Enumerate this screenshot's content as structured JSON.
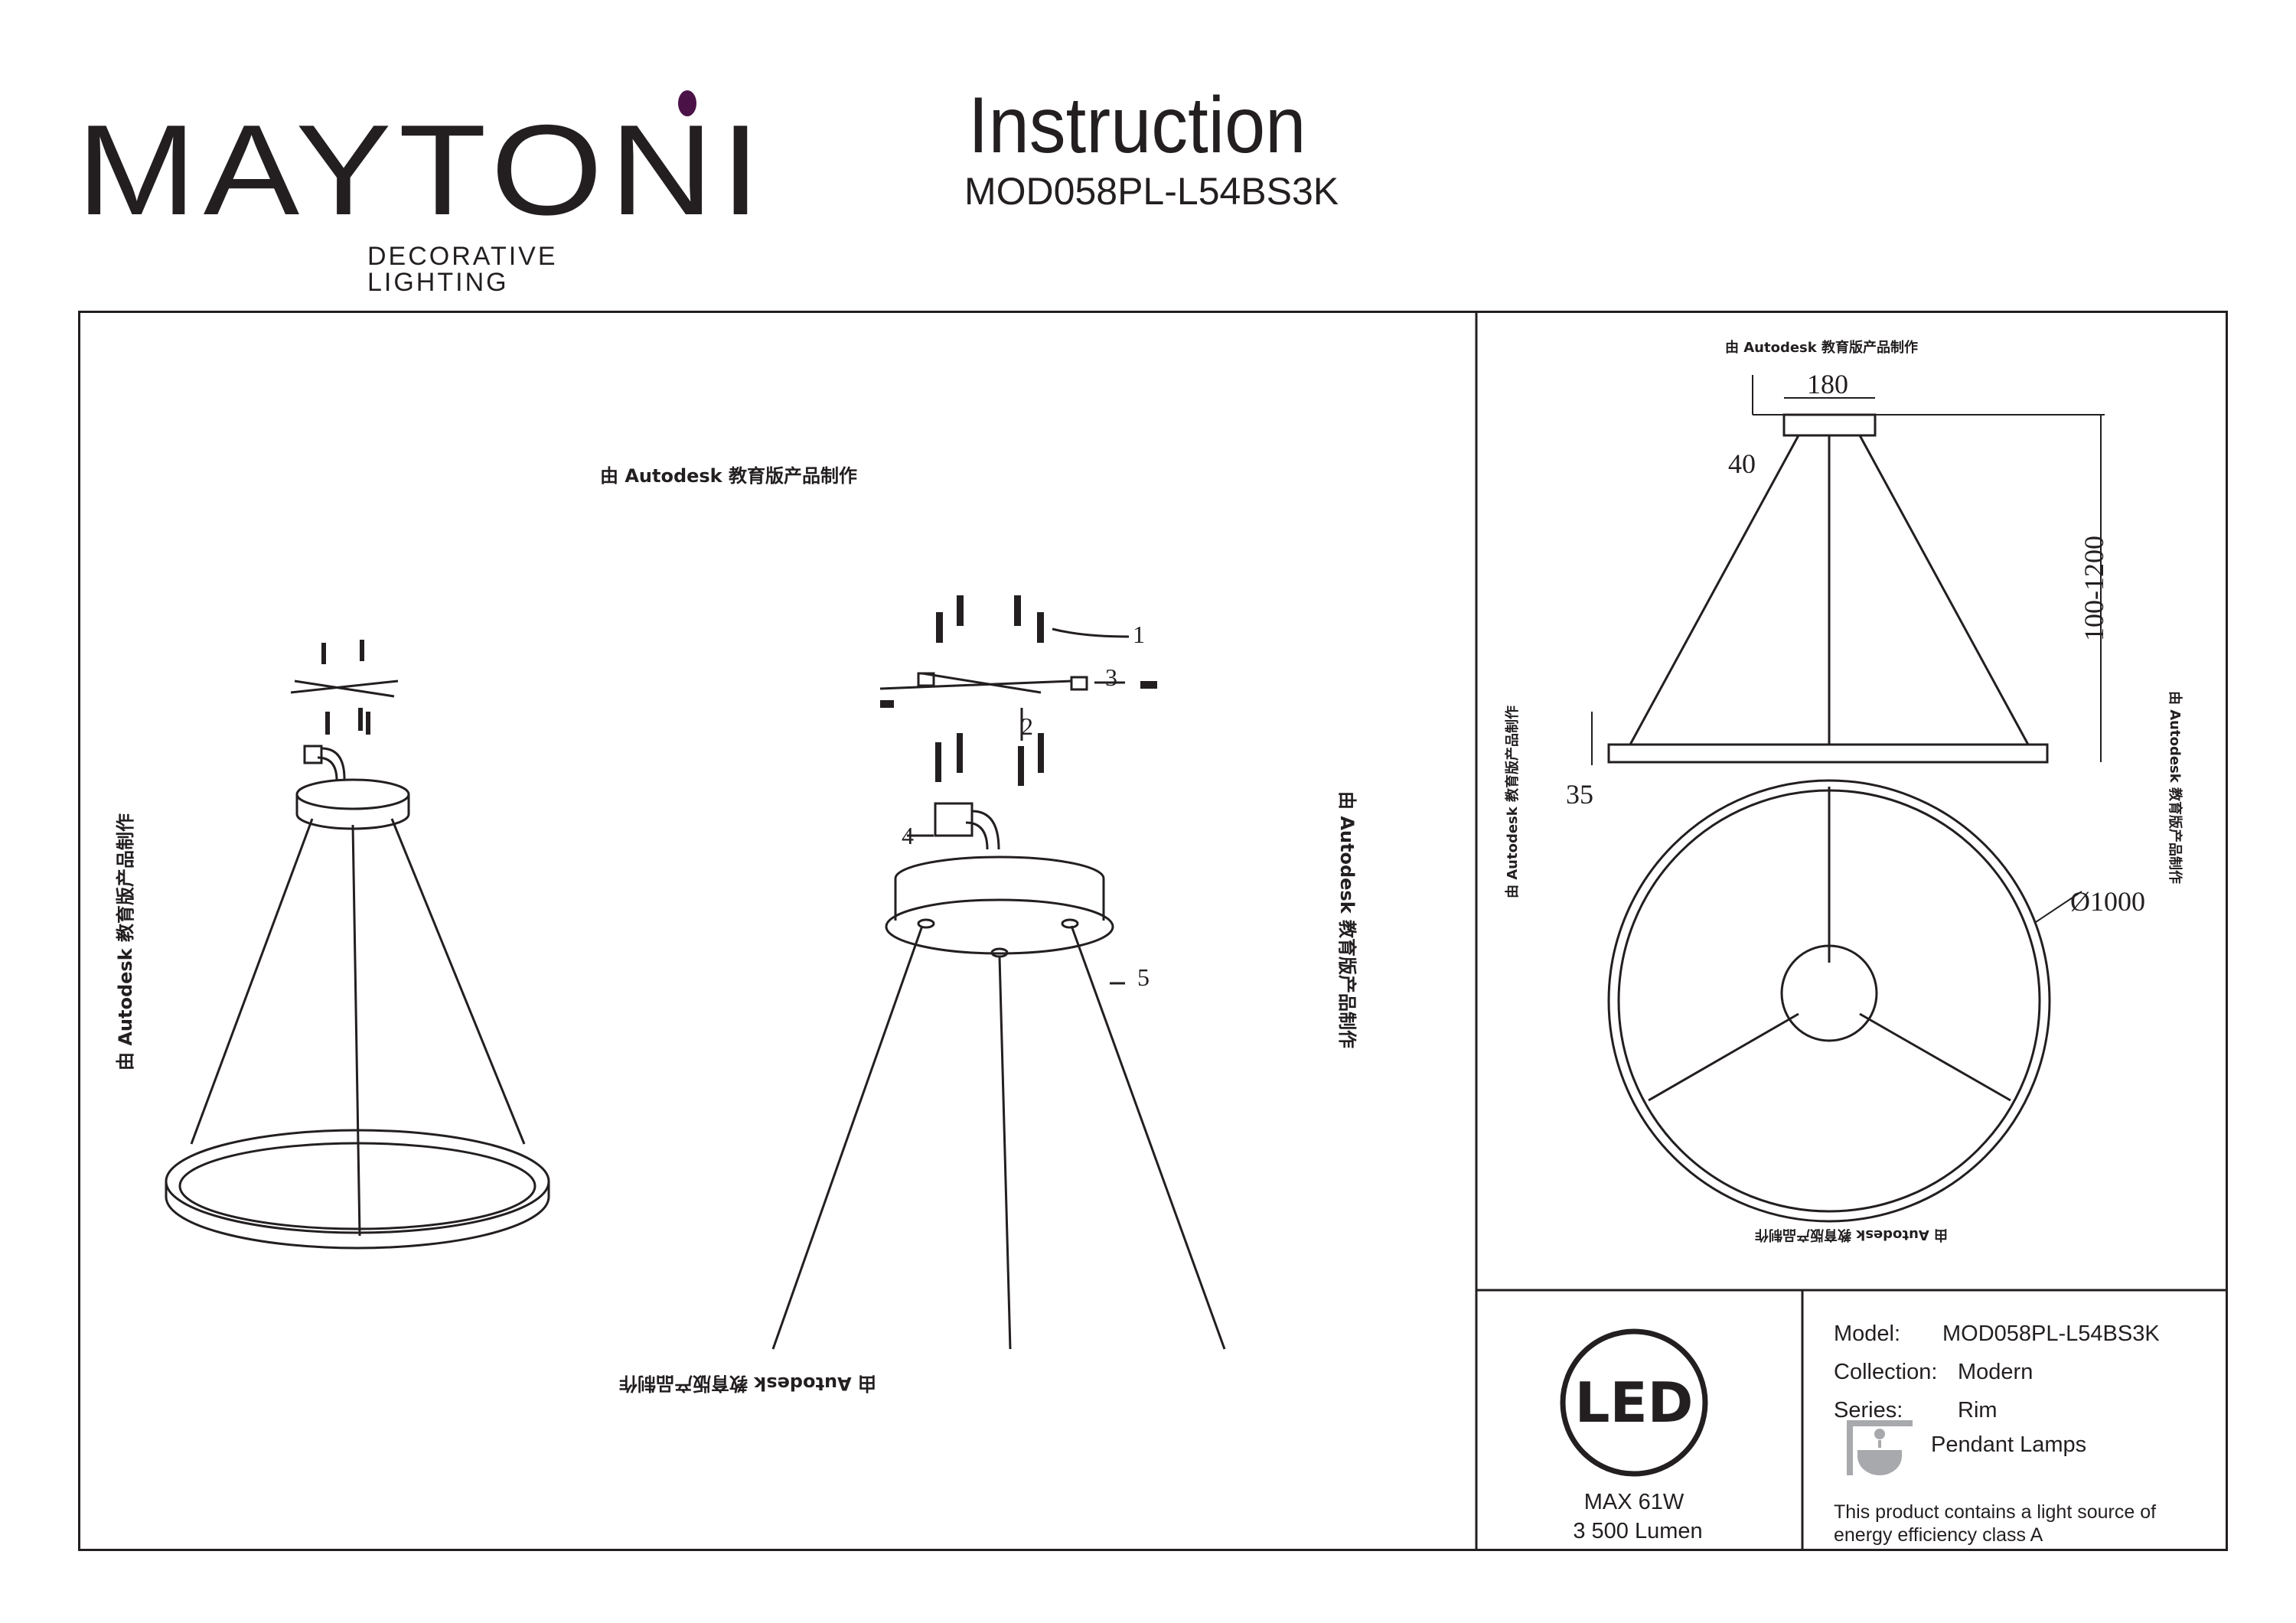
{
  "header": {
    "brand": "MAYTONI",
    "brand_tagline": "DECORATIVE LIGHTING",
    "brand_accent": "#4b1248",
    "title": "Instruction",
    "model": "MOD058PL-L54BS3K"
  },
  "watermark": "由 Autodesk 教育版产品制作",
  "assembly": {
    "callouts": [
      "1",
      "2",
      "3",
      "4",
      "5"
    ]
  },
  "dimensions": {
    "canopy_width": "180",
    "canopy_height": "40",
    "suspension_length": "100-1200",
    "ring_height": "35",
    "ring_diameter": "Ø1000"
  },
  "specs": {
    "led_badge": "LED",
    "power": "MAX 61W",
    "lumen": "3 500 Lumen",
    "model_label": "Model:",
    "model_value": "MOD058PL-L54BS3K",
    "collection_label": "Collection:",
    "collection_value": "Modern",
    "series_label": "Series:",
    "series_value": "Rim",
    "category_icon": "pendant-lamp-icon",
    "category": "Pendant Lamps",
    "energy_line1": "This product contains a light source of",
    "energy_line2": "energy efficiency class A"
  }
}
